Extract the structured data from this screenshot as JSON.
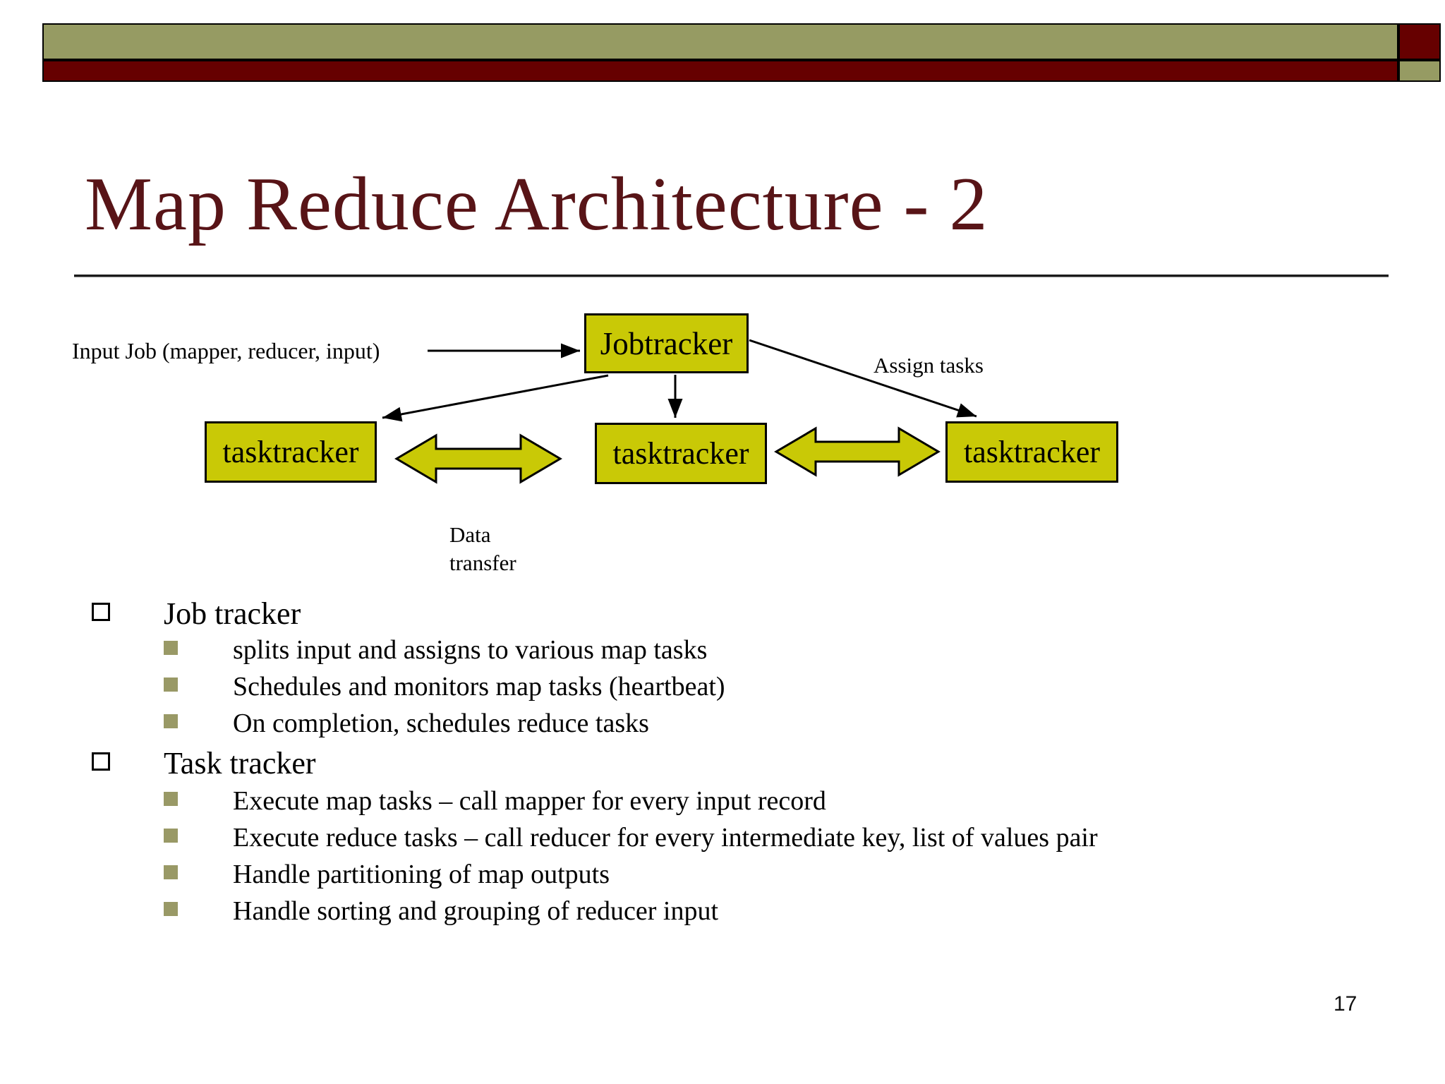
{
  "colors": {
    "bar_khaki": "#969b63",
    "bar_maroon": "#660000",
    "title_text": "#581417",
    "node_fill": "#c9c906",
    "node_border": "#000000",
    "sub_bullet": "#999966"
  },
  "title": "Map Reduce Architecture - 2",
  "diagram": {
    "input_job_label": "Input Job (mapper, reducer, input)",
    "assign_tasks_label": "Assign tasks",
    "data_transfer_label": "Data transfer",
    "data_transfer_line1": "Data",
    "data_transfer_line2": "transfer",
    "jobtracker_label": "Jobtracker",
    "tasktrackers": [
      "tasktracker",
      "tasktracker",
      "tasktracker"
    ]
  },
  "bullets": [
    {
      "label": "Job tracker",
      "items": [
        "splits input and assigns to various map tasks",
        "Schedules and monitors map tasks (heartbeat)",
        "On completion, schedules reduce tasks"
      ]
    },
    {
      "label": "Task tracker",
      "items": [
        "Execute map tasks – call mapper for every input record",
        "Execute reduce tasks – call reducer for every intermediate key, list of values pair",
        "Handle partitioning of map outputs",
        "Handle sorting and grouping of reducer input"
      ]
    }
  ],
  "page_number": "17"
}
